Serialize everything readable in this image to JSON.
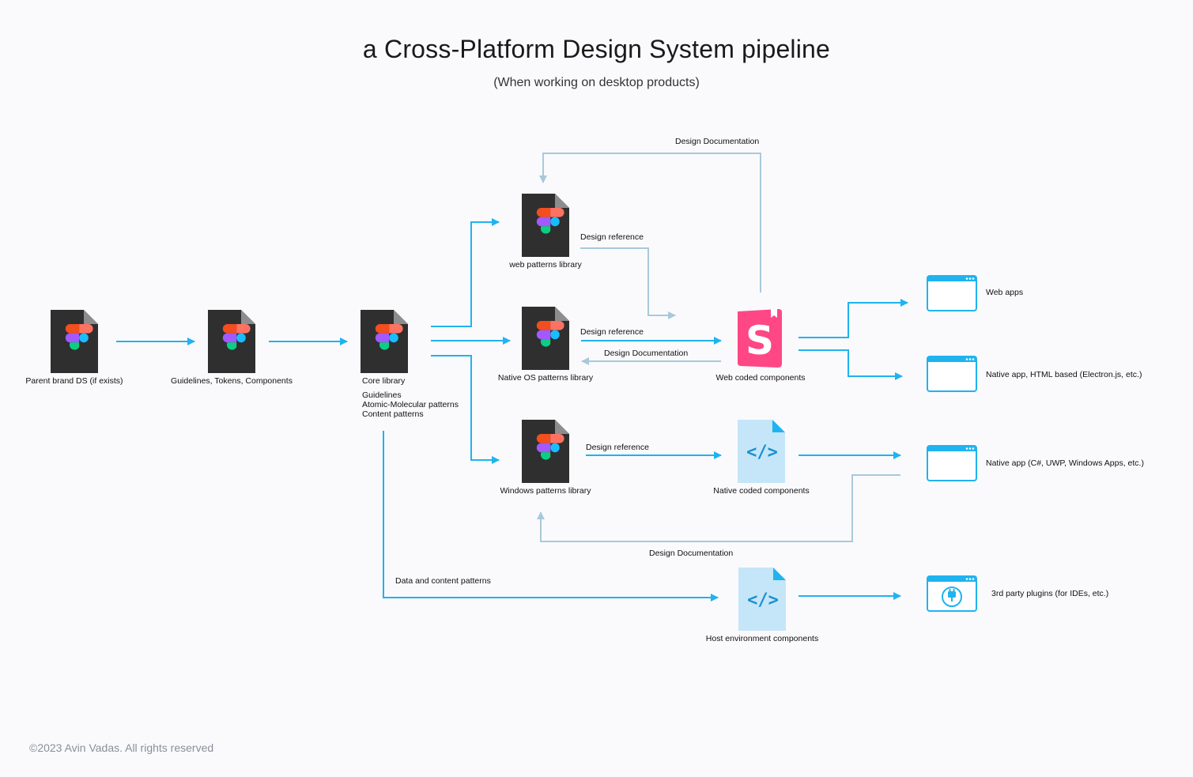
{
  "header": {
    "title": "a Cross-Platform Design System pipeline",
    "subtitle": "(When working on desktop products)"
  },
  "colors": {
    "primary_arrow": "#1fb3f0",
    "doc_arrow": "#a9c9da",
    "figma_file": "#2f2f2f",
    "code_file": "#c4e6f8",
    "storybook": "#ff4785",
    "window_frame": "#1fb3f0"
  },
  "nodes": {
    "parent_ds": {
      "label": "Parent brand DS (if exists)",
      "icon": "figma-file-icon"
    },
    "guidelines": {
      "label": "Guidelines, Tokens, Components",
      "icon": "figma-file-icon"
    },
    "core": {
      "label": "Core library",
      "details": [
        "Guidelines",
        "Atomic-Molecular patterns",
        "Content patterns"
      ],
      "icon": "figma-file-icon"
    },
    "web_patterns": {
      "label": "web patterns library",
      "icon": "figma-file-icon"
    },
    "native_os": {
      "label": "Native OS patterns library",
      "icon": "figma-file-icon"
    },
    "windows_patterns": {
      "label": "Windows patterns library",
      "icon": "figma-file-icon"
    },
    "web_coded": {
      "label": "Web coded components",
      "icon": "storybook-icon"
    },
    "native_coded": {
      "label": "Native coded components",
      "icon": "code-file-icon"
    },
    "host_env": {
      "label": "Host environment components",
      "icon": "code-file-icon"
    },
    "web_apps": {
      "label": "Web apps",
      "icon": "browser-window-icon"
    },
    "native_html": {
      "label": "Native app, HTML based (Electron.js, etc.)",
      "icon": "browser-window-icon"
    },
    "native_app": {
      "label": "Native app (C#, UWP, Windows Apps, etc.)",
      "icon": "browser-window-icon"
    },
    "plugins": {
      "label": "3rd party plugins (for IDEs, etc.)",
      "icon": "plugin-window-icon"
    }
  },
  "edges": {
    "design_doc_top": "Design Documentation",
    "design_ref_web": "Design reference",
    "design_ref_native": "Design reference",
    "design_doc_mid": "Design Documentation",
    "design_ref_windows": "Design reference",
    "design_doc_bottom": "Design Documentation",
    "data_content": "Data and content patterns"
  },
  "footer": {
    "copyright": "©2023 Avin Vadas. All rights reserved"
  }
}
